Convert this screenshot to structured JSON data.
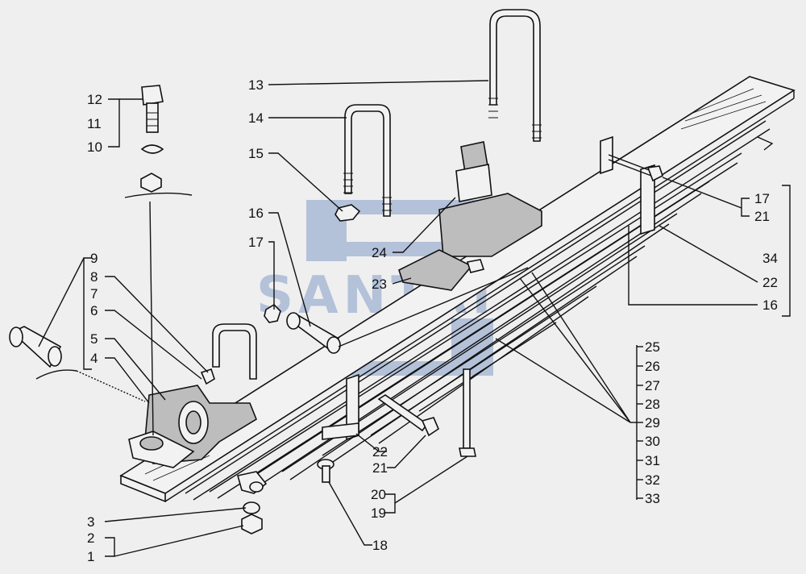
{
  "watermark": {
    "text": "SANTAI",
    "color": "#9fb2d4"
  },
  "callouts": {
    "c1": "1",
    "c2": "2",
    "c3": "3",
    "c4": "4",
    "c5": "5",
    "c6": "6",
    "c7": "7",
    "c8": "8",
    "c9": "9",
    "c10": "10",
    "c11": "11",
    "c12": "12",
    "c13": "13",
    "c14": "14",
    "c15": "15",
    "c16a": "16",
    "c16b": "16",
    "c17a": "17",
    "c17b": "17",
    "c18": "18",
    "c19": "19",
    "c20": "20",
    "c21a": "21",
    "c21b": "21",
    "c22a": "22",
    "c22b": "22",
    "c23": "23",
    "c24": "24",
    "c25": "25",
    "c26": "26",
    "c27": "27",
    "c28": "28",
    "c29": "29",
    "c30": "30",
    "c31": "31",
    "c32": "32",
    "c33": "33",
    "c34": "34"
  }
}
